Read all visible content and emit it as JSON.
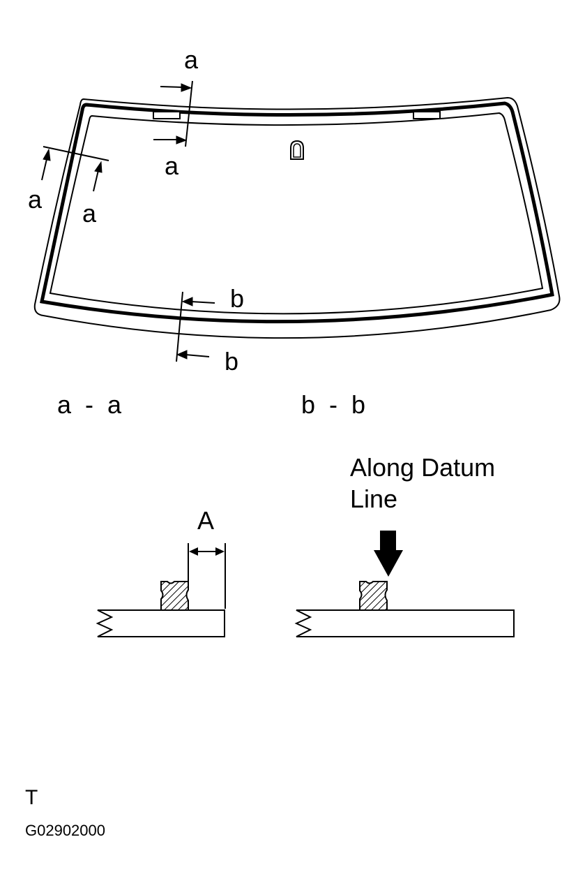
{
  "labels": {
    "section_a_top": "a",
    "section_a_top_lower": "a",
    "section_a_left_outer": "a",
    "section_a_left_inner": "a",
    "section_b_upper": "b",
    "section_b_lower": "b",
    "view_a_title": "a  -  a",
    "view_b_title": "b  -  b",
    "dimension_label": "A",
    "datum_line_1": "Along Datum",
    "datum_line_2": "Line",
    "corner_mark": "T",
    "figure_code": "G02902000"
  },
  "colors": {
    "ink": "#000000",
    "paper": "#ffffff"
  }
}
